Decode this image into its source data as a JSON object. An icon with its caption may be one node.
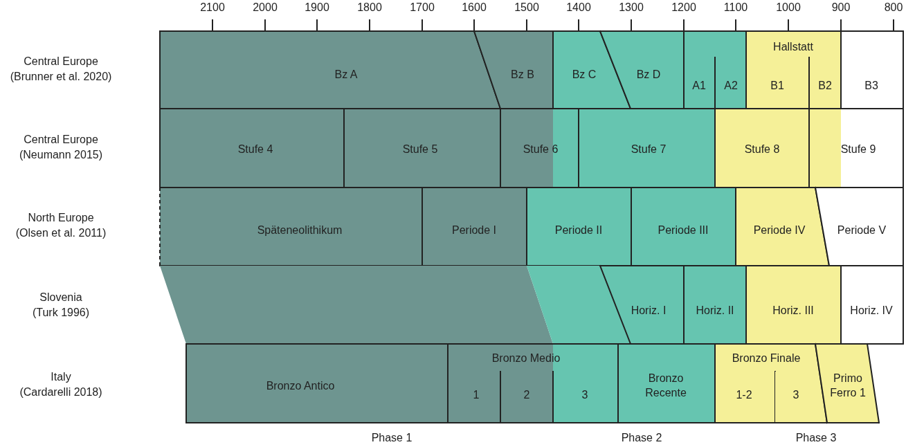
{
  "diagram": {
    "nodes": [
      {
        "text": [
          "Bz A"
        ]
      },
      {
        "text": [
          "Bz B"
        ]
      },
      {
        "text": [
          "Bz C"
        ]
      },
      {
        "text": [
          "Bz D"
        ]
      },
      {
        "text": [
          "A1"
        ]
      },
      {
        "text": [
          "A2"
        ]
      },
      {
        "text": [
          "Hallstatt"
        ]
      },
      {
        "text": [
          "B1"
        ],
        "in": 6
      },
      {
        "text": [
          "B2"
        ],
        "in": 6
      },
      {
        "text": [
          "B3"
        ]
      },
      {
        "text": [
          "Stufe 4"
        ]
      },
      {
        "text": [
          "Stufe 5"
        ]
      },
      {
        "text": [
          "Stufe 6"
        ]
      },
      {
        "text": [
          "Stufe 7"
        ]
      },
      {
        "text": [
          "Stufe 8"
        ]
      },
      {
        "text": [
          "Stufe 9"
        ]
      },
      {
        "text": [
          "Späteneolithikum"
        ]
      },
      {
        "text": [
          "Periode I"
        ]
      },
      {
        "text": [
          "Periode II"
        ]
      },
      {
        "text": [
          "Periode III"
        ]
      },
      {
        "text": [
          "Periode IV"
        ]
      },
      {
        "text": [
          "Periode V"
        ]
      },
      {
        "text": [],
        "shape": "box"
      },
      {
        "text": [],
        "shape": "box"
      },
      {
        "text": [
          "Horiz. I"
        ]
      },
      {
        "text": [
          "Horiz. II"
        ]
      },
      {
        "text": [
          "Horiz. III"
        ]
      },
      {
        "text": [
          "Horiz. IV"
        ]
      },
      {
        "text": [
          "Bronzo Antico"
        ]
      },
      {
        "text": [
          "Bronzo Medio"
        ]
      },
      {
        "text": [
          "1"
        ],
        "in": 29
      },
      {
        "text": [
          "2"
        ],
        "in": 29
      },
      {
        "text": [
          "3"
        ],
        "in": 29
      },
      {
        "text": [
          "Bronzo Recente"
        ]
      },
      {
        "text": [
          "Bronzo Finale"
        ]
      },
      {
        "text": [
          "1-2"
        ],
        "in": 34
      },
      {
        "text": [
          "3"
        ],
        "in": 34
      },
      {
        "text": [
          "Primo Ferro 1"
        ]
      }
    ],
    "labels": [
      "2100",
      "2000",
      "1900",
      "1800",
      "1700",
      "1600",
      "1500",
      "1400",
      "1300",
      "1200",
      "1100",
      "1000",
      "900",
      "800",
      "Central Europe (Brunner et al. 2020)",
      "Central Europe (Neumann 2015)",
      "North Europe (Olsen et al. 2011)",
      "Slovenia (Turk 1996)",
      "Italy (Cardarelli 2018)",
      "Phase 1",
      "Phase 2",
      "Phase 3"
    ]
  }
}
